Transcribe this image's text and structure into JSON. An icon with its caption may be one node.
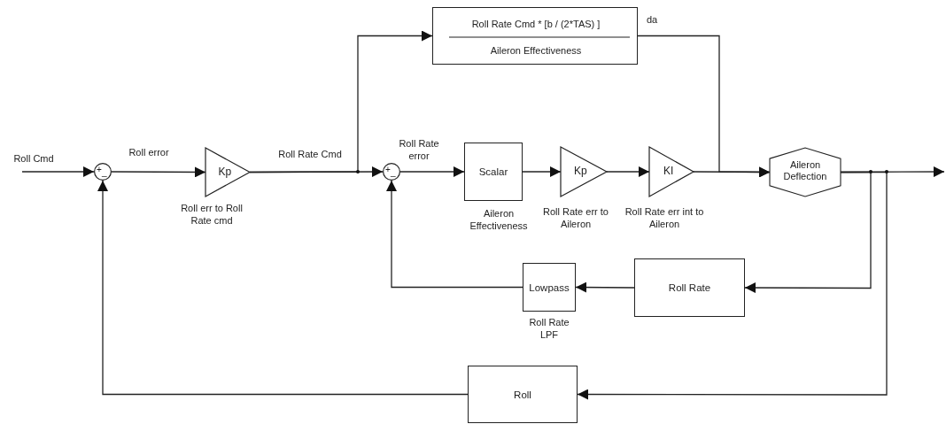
{
  "diagram": {
    "nodes": [
      {
        "text": [
          "+",
          "_"
        ]
      },
      {
        "text": [
          "Kp"
        ],
        "beside": [
          "Roll err to Roll Rate cmd"
        ]
      },
      {
        "text": [
          "Roll Rate Cmd  * [b / (2*TAS) ]",
          "Aileron Effectiveness"
        ]
      },
      {
        "text": [
          "+",
          "_"
        ]
      },
      {
        "text": [
          "Scalar"
        ],
        "beside": [
          "Aileron Effectiveness"
        ]
      },
      {
        "text": [
          "Kp"
        ],
        "beside": [
          "Roll Rate err to Aileron"
        ]
      },
      {
        "text": [
          "KI"
        ],
        "beside": [
          "Roll Rate err int to Aileron"
        ]
      },
      {
        "text": [
          "Aileron Deflection"
        ]
      },
      {
        "text": [
          "Roll Rate"
        ]
      },
      {
        "text": [
          "Lowpass"
        ],
        "beside": [
          "Roll Rate LPF"
        ]
      },
      {
        "text": [
          "Roll"
        ]
      }
    ],
    "edges": [
      {
        "from": null,
        "to": 0,
        "arrow": "to",
        "label": "Roll Cmd"
      },
      {
        "from": 0,
        "to": 1,
        "arrow": "to",
        "label": "Roll error"
      },
      {
        "from": 1,
        "to": 3,
        "arrow": "to",
        "label": "Roll Rate Cmd"
      },
      {
        "from": 1,
        "to": 2,
        "arrow": "to"
      },
      {
        "from": 3,
        "to": 4,
        "arrow": "to",
        "label": "Roll Rate error"
      },
      {
        "from": 4,
        "to": 5,
        "arrow": "to"
      },
      {
        "from": 5,
        "to": 6,
        "arrow": "to"
      },
      {
        "from": 6,
        "to": 7,
        "arrow": "to"
      },
      {
        "from": 2,
        "to": 7,
        "arrow": "to",
        "label": "da"
      },
      {
        "from": 7,
        "to": null,
        "arrow": "to"
      },
      {
        "from": 7,
        "to": 8,
        "arrow": "to"
      },
      {
        "from": 8,
        "to": 9,
        "arrow": "to"
      },
      {
        "from": 9,
        "to": 3,
        "arrow": "to"
      },
      {
        "from": 7,
        "to": 10,
        "arrow": "to"
      },
      {
        "from": 10,
        "to": 0,
        "arrow": "to"
      }
    ]
  }
}
